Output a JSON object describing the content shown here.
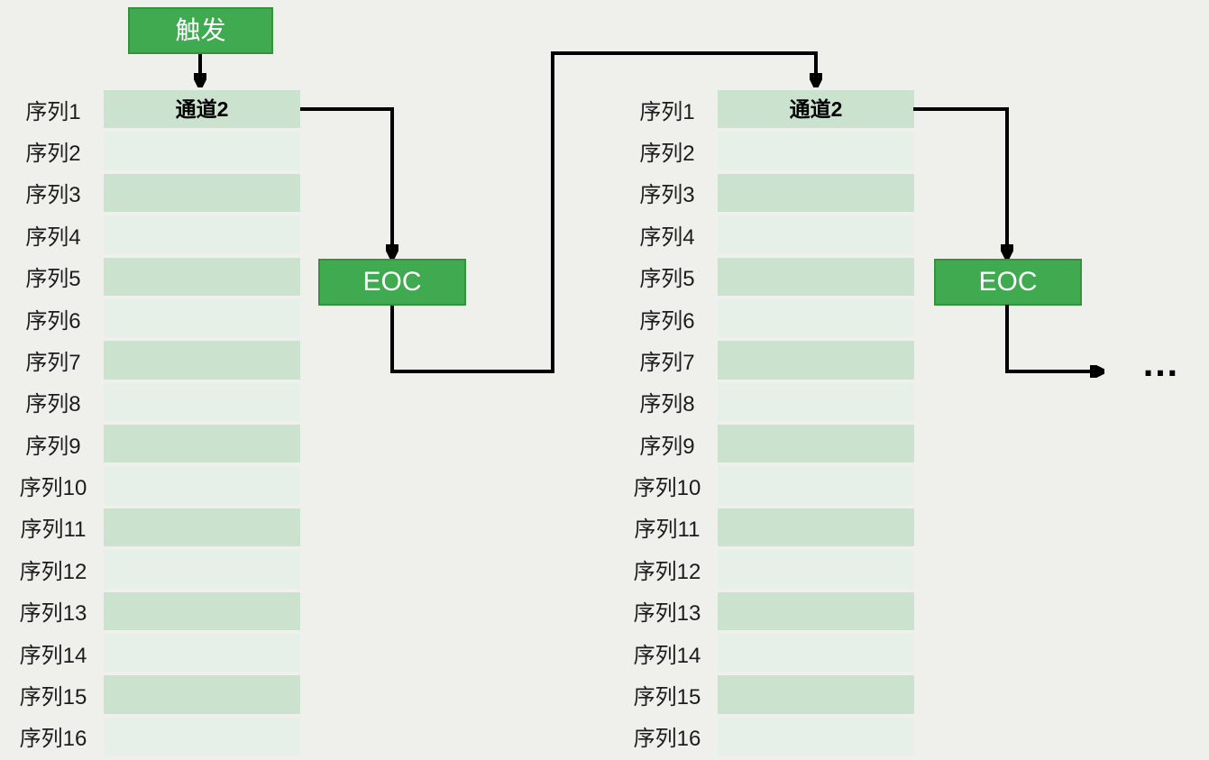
{
  "diagram": {
    "trigger": {
      "label": "触发"
    },
    "eoc": {
      "label": "EOC"
    },
    "ellipsis": "…",
    "columns": [
      {
        "name": "scan-pass-1",
        "sequence_labels": [
          "序列1",
          "序列2",
          "序列3",
          "序列4",
          "序列5",
          "序列6",
          "序列7",
          "序列8",
          "序列9",
          "序列10",
          "序列11",
          "序列12",
          "序列13",
          "序列14",
          "序列15",
          "序列16"
        ],
        "rows": [
          "通道2",
          "",
          "",
          "",
          "",
          "",
          "",
          "",
          "",
          "",
          "",
          "",
          "",
          "",
          "",
          ""
        ]
      },
      {
        "name": "scan-pass-2",
        "sequence_labels": [
          "序列1",
          "序列2",
          "序列3",
          "序列4",
          "序列5",
          "序列6",
          "序列7",
          "序列8",
          "序列9",
          "序列10",
          "序列11",
          "序列12",
          "序列13",
          "序列14",
          "序列15",
          "序列16"
        ],
        "rows": [
          "通道2",
          "",
          "",
          "",
          "",
          "",
          "",
          "",
          "",
          "",
          "",
          "",
          "",
          "",
          "",
          ""
        ]
      }
    ],
    "colors": {
      "background": "#eff0eb",
      "row_dark": "#cbe2ce",
      "row_light": "#e6f0e8",
      "green": "#3faa50",
      "green_border": "#36913f",
      "arrow": "#000000",
      "text": "#1c1c1c"
    }
  }
}
